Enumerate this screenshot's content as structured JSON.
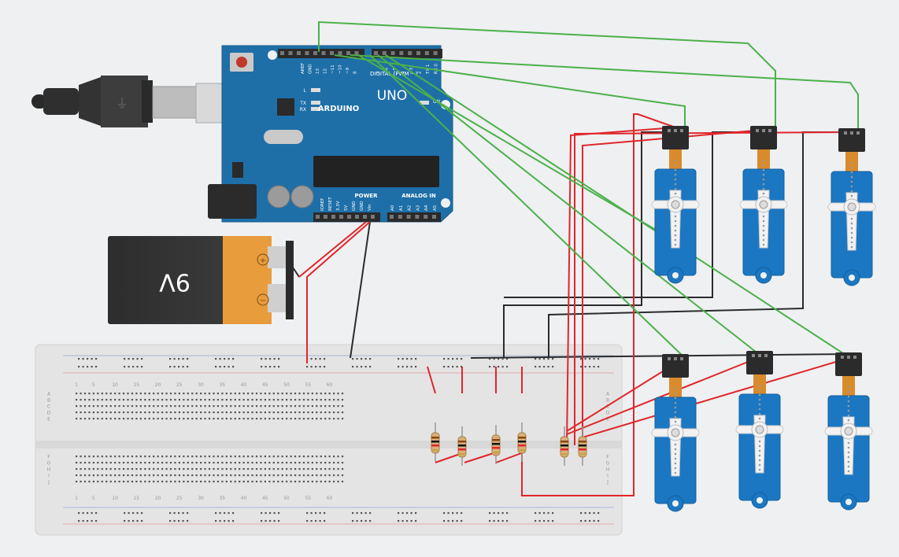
{
  "battery": {
    "label": "9V",
    "plus": "+",
    "minus": "−"
  },
  "arduino": {
    "brand": "ARDUINO",
    "model": "UNO",
    "header_top_left": [
      "AREF",
      "GND",
      "13",
      "12",
      "~11",
      "~10",
      "~9",
      "8"
    ],
    "header_top_right": [
      "7",
      "~6",
      "~5",
      "4",
      "~3",
      "2",
      "TX 1",
      "RX 0"
    ],
    "digital_label": "DIGITAL (PWM ~)",
    "led_labels": [
      "L",
      "TX",
      "RX"
    ],
    "on_label": "ON",
    "power_label": "POWER",
    "analog_label": "ANALOG IN",
    "power_pins": [
      "IOREF",
      "RESET",
      "3.3V",
      "5V",
      "GND",
      "GND",
      "Vin"
    ],
    "analog_pins": [
      "A0",
      "A1",
      "A2",
      "A3",
      "A4",
      "A5"
    ]
  },
  "breadboard": {
    "col_numbers": [
      "1",
      "5",
      "10",
      "15",
      "20",
      "25",
      "30",
      "35",
      "40",
      "45",
      "50",
      "55",
      "60"
    ],
    "rows_top": [
      "A",
      "B",
      "C",
      "D",
      "E"
    ],
    "rows_bottom": [
      "F",
      "G",
      "H",
      "I",
      "J"
    ]
  },
  "colors": {
    "wire_green": "#4cb04a",
    "wire_red": "#e0262b",
    "wire_black": "#2b2b2b",
    "arduino_blue": "#1e6fa8",
    "servo_blue": "#1b77c2",
    "breadboard": "#e6e6e6"
  }
}
